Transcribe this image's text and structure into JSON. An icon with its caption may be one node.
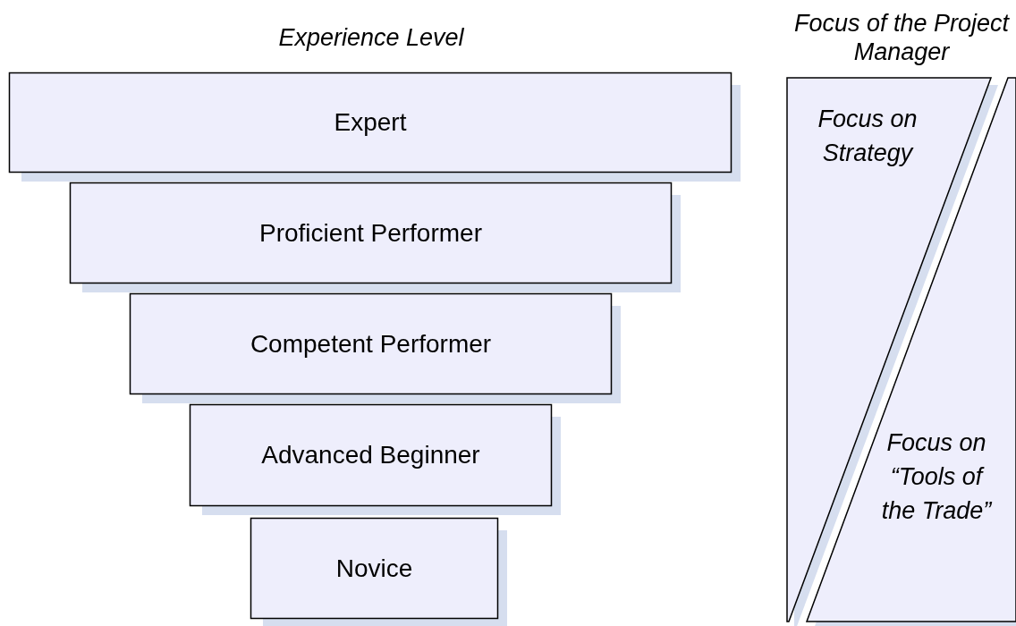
{
  "diagram": {
    "nodes": [
      {
        "text": [
          "Expert"
        ]
      },
      {
        "text": [
          "Proficient Performer"
        ]
      },
      {
        "text": [
          "Competent Performer"
        ]
      },
      {
        "text": [
          "Advanced Beginner"
        ]
      },
      {
        "text": [
          "Novice"
        ]
      },
      {
        "text": [
          "Focus on Strategy"
        ]
      },
      {
        "text": [
          "Focus on “Tools of the Trade”"
        ]
      }
    ],
    "edges": [],
    "labels": [
      "Experience Level",
      "Focus of the Project Manager"
    ]
  }
}
